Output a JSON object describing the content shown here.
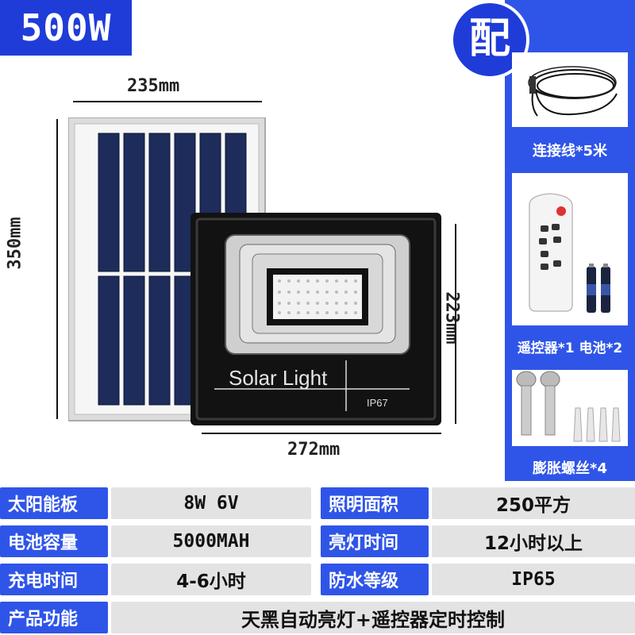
{
  "header": {
    "power": "500W",
    "pei": "配"
  },
  "dimensions": {
    "panel_width": "235mm",
    "panel_height": "350mm",
    "light_height": "223mm",
    "light_width": "272mm"
  },
  "product": {
    "brand_text": "Solar Light",
    "rating_text": "IP67"
  },
  "accessories": [
    {
      "label": "连接线*5米"
    },
    {
      "label": "遥控器*1 电池*2"
    },
    {
      "label": "膨胀螺丝*4"
    }
  ],
  "specs": {
    "rows": [
      {
        "label1": "太阳能板",
        "value1": "8W 6V",
        "label2": "照明面积",
        "value2": "250平方"
      },
      {
        "label1": "电池容量",
        "value1": "5000MAH",
        "label2": "亮灯时间",
        "value2": "12小时以上"
      },
      {
        "label1": "充电时间",
        "value1": "4-6小时",
        "label2": "防水等级",
        "value2": "IP65"
      }
    ],
    "function_label": "产品功能",
    "function_value": "天黑自动亮灯+遥控器定时控制"
  }
}
